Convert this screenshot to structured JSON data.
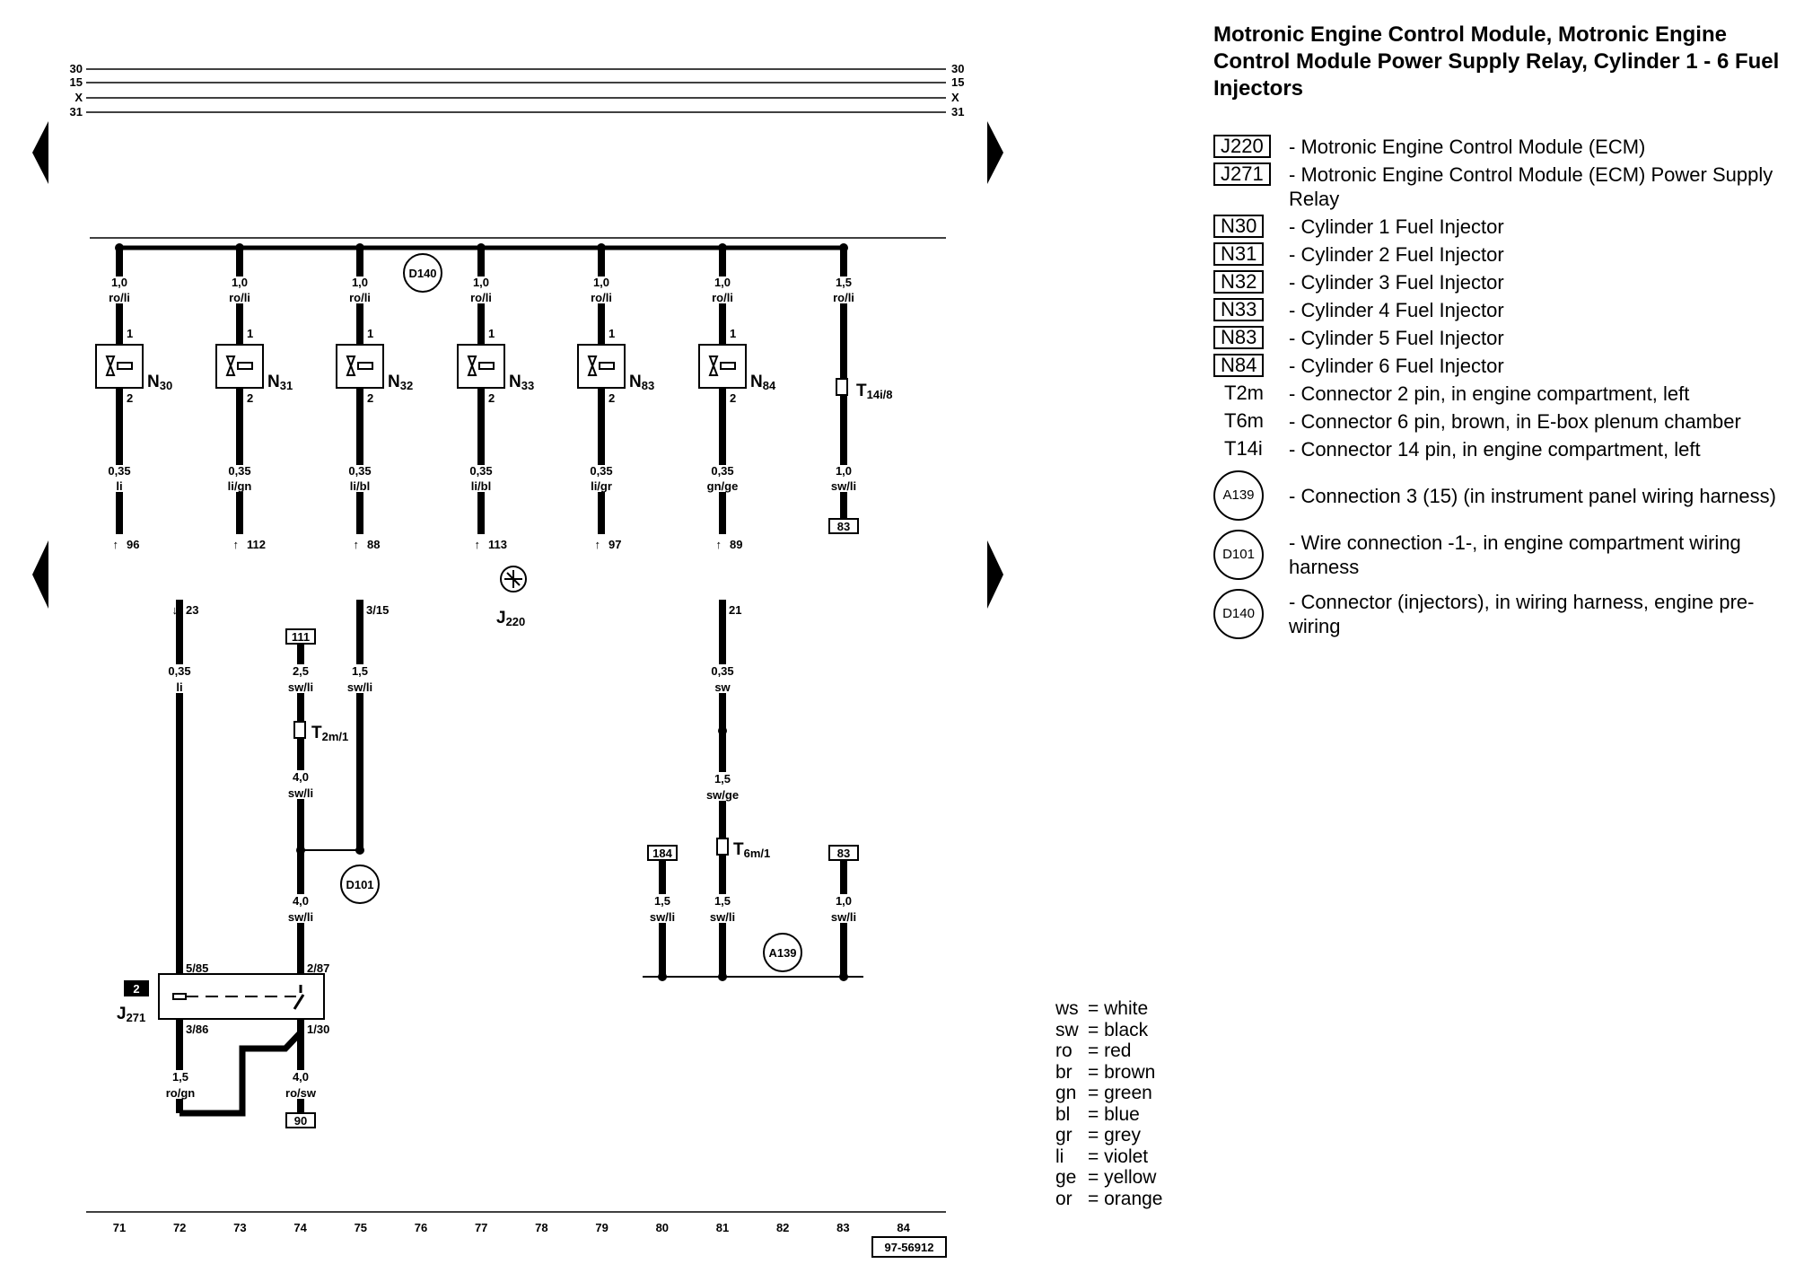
{
  "title": "Motronic Engine Control Module, Motronic Engine Control Module Power Supply Relay, Cylinder 1 - 6 Fuel Injectors",
  "legend": [
    {
      "code": "J220",
      "style": "box",
      "desc": "- Motronic Engine Control Module (ECM)"
    },
    {
      "code": "J271",
      "style": "box",
      "desc": "- Motronic Engine Control Module (ECM) Power Supply Relay"
    },
    {
      "code": "N30",
      "style": "box",
      "desc": "- Cylinder 1 Fuel Injector"
    },
    {
      "code": "N31",
      "style": "box",
      "desc": "- Cylinder 2 Fuel Injector"
    },
    {
      "code": "N32",
      "style": "box",
      "desc": "- Cylinder 3 Fuel Injector"
    },
    {
      "code": "N33",
      "style": "box",
      "desc": "- Cylinder 4 Fuel Injector"
    },
    {
      "code": "N83",
      "style": "box",
      "desc": "- Cylinder 5 Fuel Injector"
    },
    {
      "code": "N84",
      "style": "box",
      "desc": "- Cylinder 6 Fuel Injector"
    },
    {
      "code": "T2m",
      "style": "plain",
      "desc": "- Connector 2 pin, in engine compartment, left"
    },
    {
      "code": "T6m",
      "style": "plain",
      "desc": "- Connector 6 pin, brown, in E-box plenum chamber"
    },
    {
      "code": "T14i",
      "style": "plain",
      "desc": "- Connector 14 pin, in engine compartment, left"
    },
    {
      "code": "A139",
      "style": "circle",
      "desc": "- Connection 3 (15) (in instrument panel wiring harness)"
    },
    {
      "code": "D101",
      "style": "circle",
      "desc": "- Wire connection -1-, in engine compartment wiring harness"
    },
    {
      "code": "D140",
      "style": "circle",
      "desc": "- Connector (injectors), in wiring harness, engine pre-wiring"
    }
  ],
  "color_codes": [
    {
      "abbr": "ws",
      "name": "= white"
    },
    {
      "abbr": "sw",
      "name": "= black"
    },
    {
      "abbr": "ro",
      "name": "= red"
    },
    {
      "abbr": "br",
      "name": "= brown"
    },
    {
      "abbr": "gn",
      "name": "= green"
    },
    {
      "abbr": "bl",
      "name": "= blue"
    },
    {
      "abbr": "gr",
      "name": "= grey"
    },
    {
      "abbr": "li",
      "name": "= violet"
    },
    {
      "abbr": "ge",
      "name": "= yellow"
    },
    {
      "abbr": "or",
      "name": "= orange"
    }
  ],
  "diagram": {
    "rails": [
      "30",
      "15",
      "X",
      "31"
    ],
    "current_tracks": [
      "71",
      "72",
      "73",
      "74",
      "75",
      "76",
      "77",
      "78",
      "79",
      "80",
      "81",
      "82",
      "83",
      "84"
    ],
    "doc_number": "97-56912",
    "relay_number": "2",
    "d140_label": "D140",
    "d101_label": "D101",
    "a139_label": "A139",
    "ecm_label": "J",
    "ecm_sub": "220",
    "relay_label": "J",
    "relay_sub": "271",
    "injectors": [
      {
        "name": "N",
        "sub": "30",
        "wire_top": [
          "1,0",
          "ro/li"
        ],
        "wire_bottom": [
          "0,35",
          "li"
        ],
        "ecm_pin": "96"
      },
      {
        "name": "N",
        "sub": "31",
        "wire_top": [
          "1,0",
          "ro/li"
        ],
        "wire_bottom": [
          "0,35",
          "li/gn"
        ],
        "ecm_pin": "112"
      },
      {
        "name": "N",
        "sub": "32",
        "wire_top": [
          "1,0",
          "ro/li"
        ],
        "wire_bottom": [
          "0,35",
          "li/bl"
        ],
        "ecm_pin": "88"
      },
      {
        "name": "N",
        "sub": "33",
        "wire_top": [
          "1,0",
          "ro/li"
        ],
        "wire_bottom": [
          "0,35",
          "li/bl"
        ],
        "ecm_pin": "113"
      },
      {
        "name": "N",
        "sub": "83",
        "wire_top": [
          "1,0",
          "ro/li"
        ],
        "wire_bottom": [
          "0,35",
          "li/gr"
        ],
        "ecm_pin": "97"
      },
      {
        "name": "N",
        "sub": "84",
        "wire_top": [
          "1,0",
          "ro/li"
        ],
        "wire_bottom": [
          "0,35",
          "gn/ge"
        ],
        "ecm_pin": "89"
      }
    ],
    "t14i": {
      "name": "T",
      "sub": "14i/8",
      "wire_top": [
        "1,5",
        "ro/li"
      ],
      "wire_bottom": [
        "1,0",
        "sw/li"
      ],
      "ref": "83"
    },
    "pin_labels": {
      "in": "1",
      "out": "2"
    },
    "lower": {
      "track72": {
        "pin": "23",
        "wire": [
          "0,35",
          "li"
        ],
        "relay_pin_top": "5/85",
        "relay_pin_bottom": "3/86",
        "wire_bottom": [
          "1,5",
          "ro/gn"
        ]
      },
      "track74": {
        "ref_top": "111",
        "wire1": [
          "2,5",
          "sw/li"
        ],
        "conn": "T",
        "conn_sub": "2m/1",
        "wire2": [
          "4,0",
          "sw/li"
        ],
        "wire3": [
          "4,0",
          "sw/li"
        ],
        "relay_pin_top": "2/87",
        "relay_pin_bottom": "1/30",
        "wire_bottom": [
          "4,0",
          "ro/sw"
        ],
        "ref_bottom": "90"
      },
      "track75": {
        "pin": "3/15",
        "wire": [
          "1,5",
          "sw/li"
        ]
      },
      "track80": {
        "ref": "184",
        "wire": [
          "1,5",
          "sw/li"
        ]
      },
      "track81": {
        "pin": "21",
        "wire1": [
          "0,35",
          "sw"
        ],
        "wire2": [
          "1,5",
          "sw/ge"
        ],
        "conn": "T",
        "conn_sub": "6m/1",
        "wire3": [
          "1,5",
          "sw/li"
        ]
      },
      "track83": {
        "ref": "83",
        "wire": [
          "1,0",
          "sw/li"
        ]
      }
    }
  }
}
